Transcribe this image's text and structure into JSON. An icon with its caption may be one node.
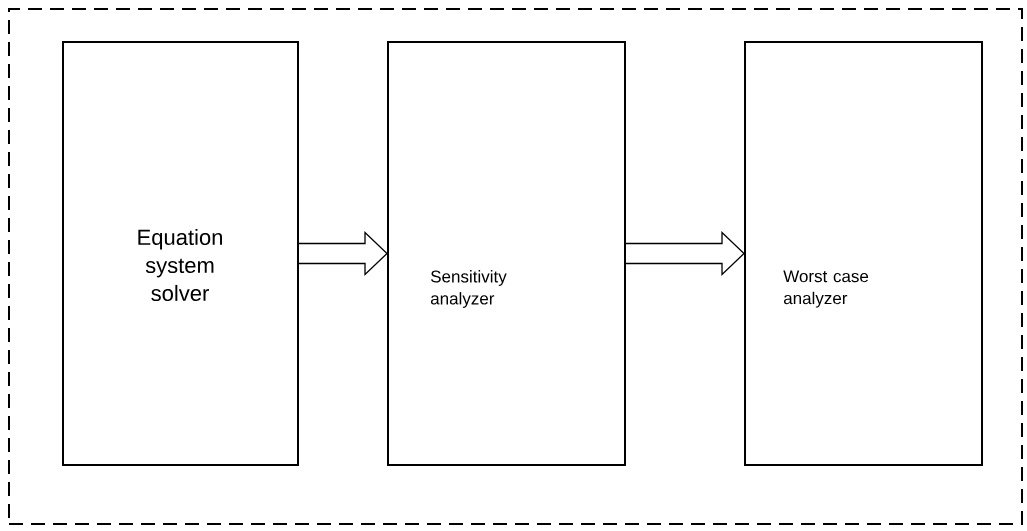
{
  "diagram": {
    "nodes": [
      {
        "text": [],
        "shape": "box"
      },
      {
        "text": [
          "Equation system solver"
        ],
        "in": 0
      },
      {
        "text": [
          "Sensitivity analyzer"
        ],
        "in": 0
      },
      {
        "text": [
          "Worst case analyzer"
        ],
        "in": 0
      }
    ],
    "edges": [
      {
        "from": 1,
        "to": 2,
        "arrow": "to"
      },
      {
        "from": 2,
        "to": 3,
        "arrow": "to"
      }
    ]
  }
}
